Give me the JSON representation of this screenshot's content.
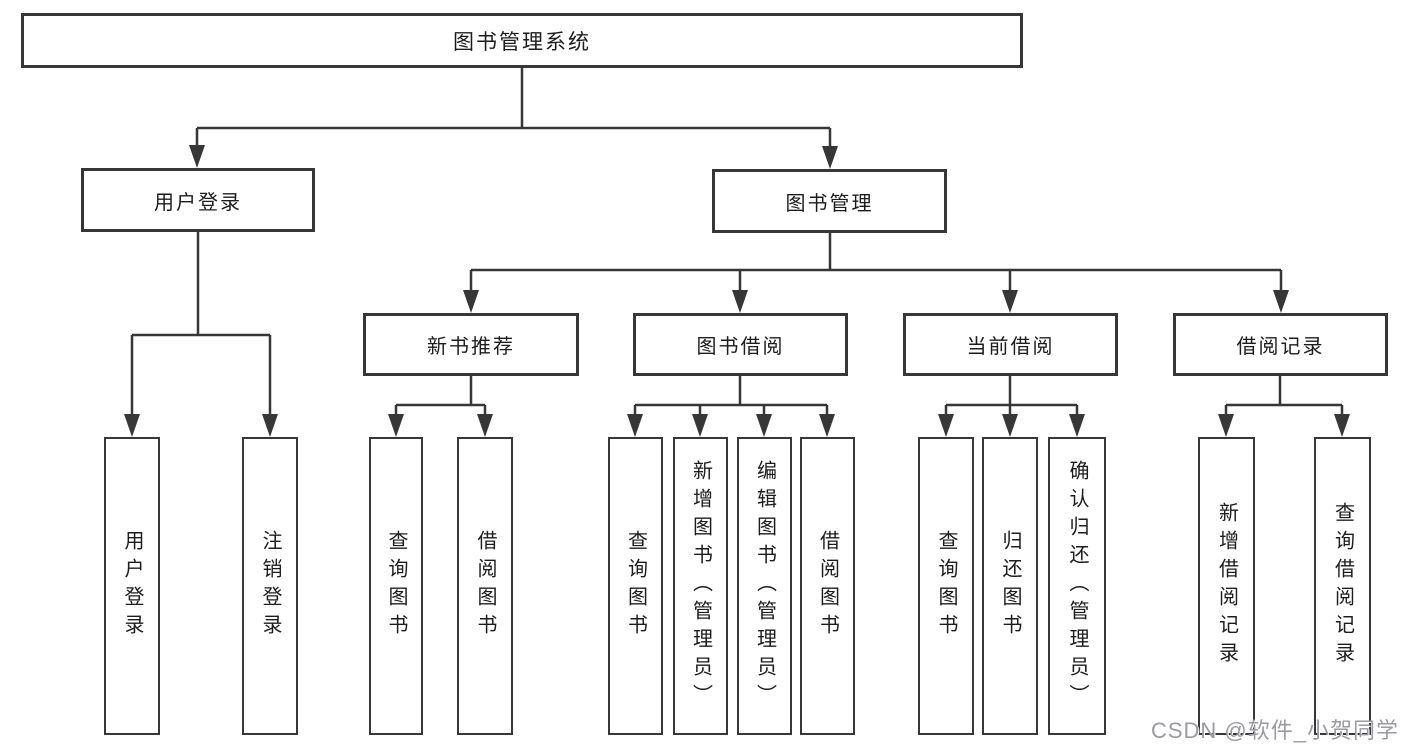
{
  "diagram": {
    "root": {
      "label": "图书管理系统"
    },
    "level2": [
      {
        "label": "用户登录"
      },
      {
        "label": "图书管理"
      }
    ],
    "level3": [
      {
        "label": "新书推荐"
      },
      {
        "label": "图书借阅"
      },
      {
        "label": "当前借阅"
      },
      {
        "label": "借阅记录"
      }
    ],
    "leaves": {
      "user_login": [
        {
          "label": "用户登录"
        },
        {
          "label": "注销登录"
        }
      ],
      "new_books": [
        {
          "label": "查询图书"
        },
        {
          "label": "借阅图书"
        }
      ],
      "borrow": [
        {
          "label": "查询图书"
        },
        {
          "label": "新增图书（管理员）"
        },
        {
          "label": "编辑图书（管理员）"
        },
        {
          "label": "借阅图书"
        }
      ],
      "current": [
        {
          "label": "查询图书"
        },
        {
          "label": "归还图书"
        },
        {
          "label": "确认归还（管理员）"
        }
      ],
      "records": [
        {
          "label": "新增借阅记录"
        },
        {
          "label": "查询借阅记录"
        }
      ]
    },
    "watermark": "CSDN @软件_小贺同学",
    "colors": {
      "line": "#373737",
      "border": "#373737",
      "text": "#1c1c1c",
      "watermark": "#9a9aa2",
      "background": "#ffffff"
    }
  }
}
